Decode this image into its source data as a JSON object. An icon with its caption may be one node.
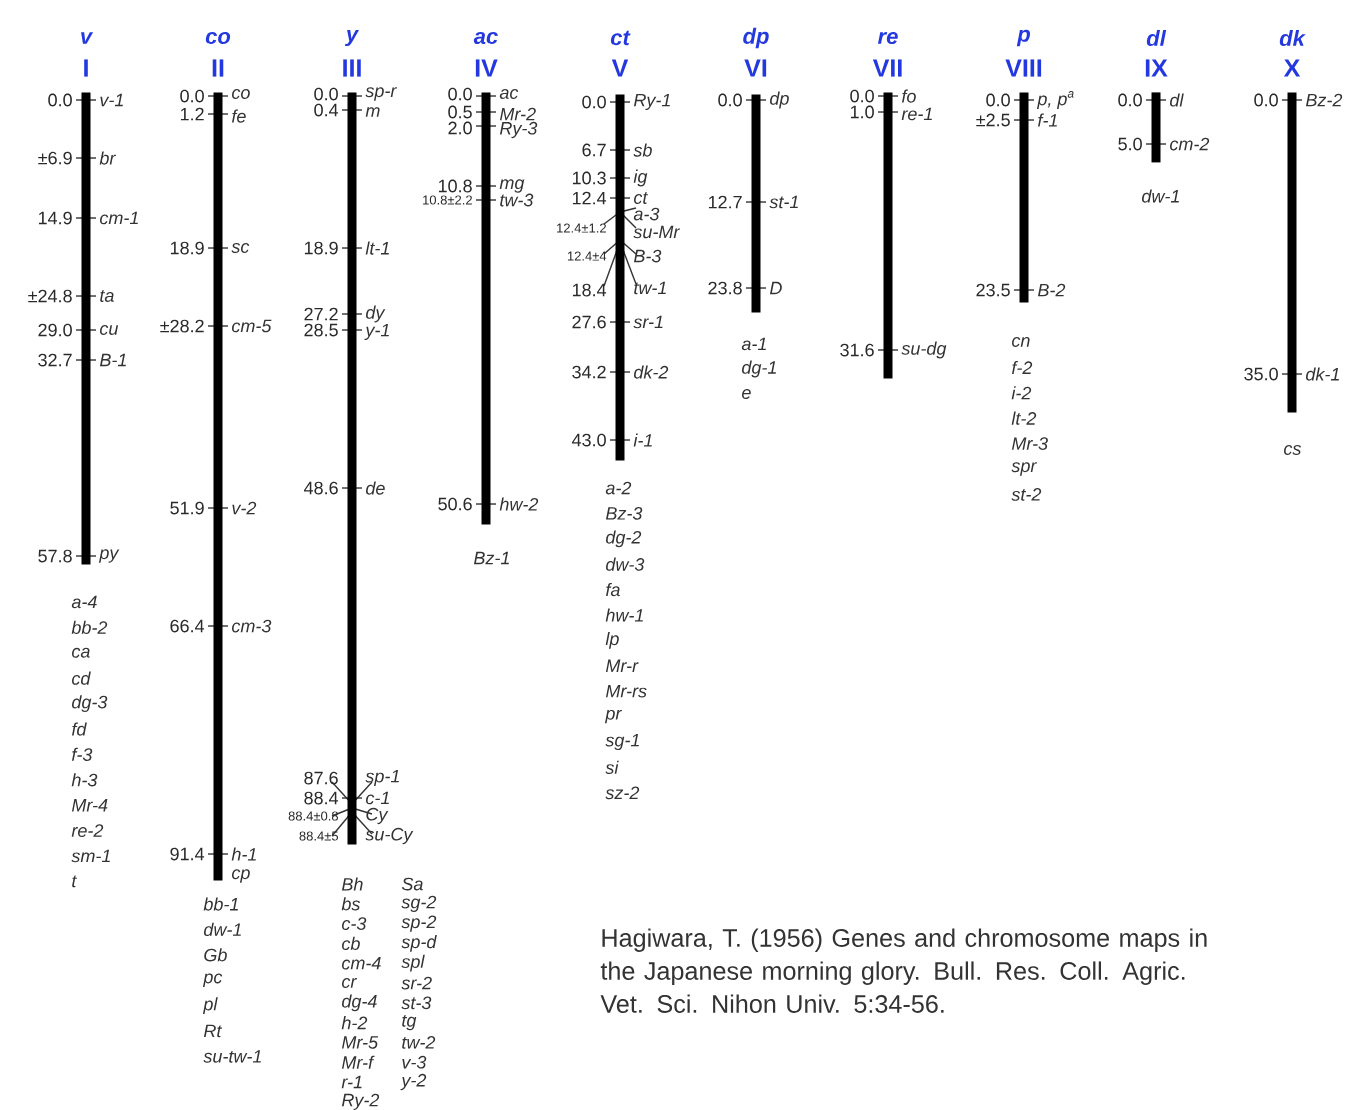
{
  "diagram": {
    "caption": "Hagiwara, T. (1956) Genes and chromosome maps in the Japanese morning glory. Bull. Res. Coll. Agric. Vet. Sci. Nihon Univ. 5:34-56.",
    "nodes": [
      {
        "text": [
          "v",
          "I"
        ],
        "beside": [
          "0.0",
          "v-1",
          "±6.9",
          "br",
          "14.9",
          "cm-1",
          "±24.8",
          "ta",
          "29.0",
          "cu",
          "32.7",
          "B-1",
          "57.8",
          "py",
          "a-4",
          "bb-2",
          "ca",
          "cd",
          "dg-3",
          "fd",
          "f-3",
          "h-3",
          "Mr-4",
          "re-2",
          "sm-1",
          "t"
        ]
      },
      {
        "text": [
          "co",
          "II"
        ],
        "beside": [
          "0.0",
          "co",
          "1.2",
          "fe",
          "18.9",
          "sc",
          "±28.2",
          "cm-5",
          "51.9",
          "v-2",
          "66.4",
          "cm-3",
          "91.4",
          "h-1",
          "cp",
          "bb-1",
          "dw-1",
          "Gb",
          "pc",
          "pl",
          "Rt",
          "su-tw-1"
        ]
      },
      {
        "text": [
          "y",
          "III"
        ],
        "beside": [
          "0.0",
          "sp-r",
          "0.4",
          "m",
          "18.9",
          "lt-1",
          "27.2",
          "dy",
          "28.5",
          "y-1",
          "48.6",
          "de",
          "87.6",
          "sp-1",
          "88.4",
          "c-1",
          "88.4±0.8",
          "Cy",
          "88.4±5",
          "su-Cy",
          "Bh",
          "bs",
          "c-3",
          "cb",
          "cm-4",
          "cr",
          "dg-4",
          "h-2",
          "Mr-5",
          "Mr-f",
          "r-1",
          "Ry-2",
          "Sa",
          "sg-2",
          "sp-2",
          "sp-d",
          "spl",
          "sr-2",
          "st-3",
          "tg",
          "tw-2",
          "v-3",
          "y-2"
        ]
      },
      {
        "text": [
          "ac",
          "IV"
        ],
        "beside": [
          "0.0",
          "ac",
          "0.5",
          "Mr-2",
          "2.0",
          "Ry-3",
          "10.8",
          "mg",
          "10.8±2.2",
          "tw-3",
          "50.6",
          "hw-2",
          "Bz-1"
        ]
      },
      {
        "text": [
          "ct",
          "V"
        ],
        "beside": [
          "0.0",
          "Ry-1",
          "6.7",
          "sb",
          "10.3",
          "ig",
          "12.4",
          "ct",
          "a-3",
          "12.4±1.2",
          "su-Mr",
          "12.4±4",
          "B-3",
          "18.4",
          "tw-1",
          "27.6",
          "sr-1",
          "34.2",
          "dk-2",
          "43.0",
          "i-1",
          "a-2",
          "Bz-3",
          "dg-2",
          "dw-3",
          "fa",
          "hw-1",
          "lp",
          "Mr-r",
          "Mr-rs",
          "pr",
          "sg-1",
          "si",
          "sz-2"
        ]
      },
      {
        "text": [
          "dp",
          "VI"
        ],
        "beside": [
          "0.0",
          "dp",
          "12.7",
          "st-1",
          "23.8",
          "D",
          "a-1",
          "dg-1",
          "e"
        ]
      },
      {
        "text": [
          "re",
          "VII"
        ],
        "beside": [
          "0.0",
          "fo",
          "1.0",
          "re-1",
          "31.6",
          "su-dg"
        ]
      },
      {
        "text": [
          "p",
          "VIII"
        ],
        "beside": [
          "0.0",
          "p, p$^{a}$",
          "±2.5",
          "f-1",
          "23.5",
          "B-2",
          "cn",
          "f-2",
          "i-2",
          "lt-2",
          "Mr-3",
          "spr",
          "st-2"
        ]
      },
      {
        "text": [
          "dl",
          "IX"
        ],
        "beside": [
          "0.0",
          "dl",
          "5.0",
          "cm-2",
          "dw-1"
        ]
      },
      {
        "text": [
          "dk",
          "X"
        ],
        "beside": [
          "0.0",
          "Bz-2",
          "35.0",
          "dk-1",
          "cs"
        ]
      }
    ]
  }
}
